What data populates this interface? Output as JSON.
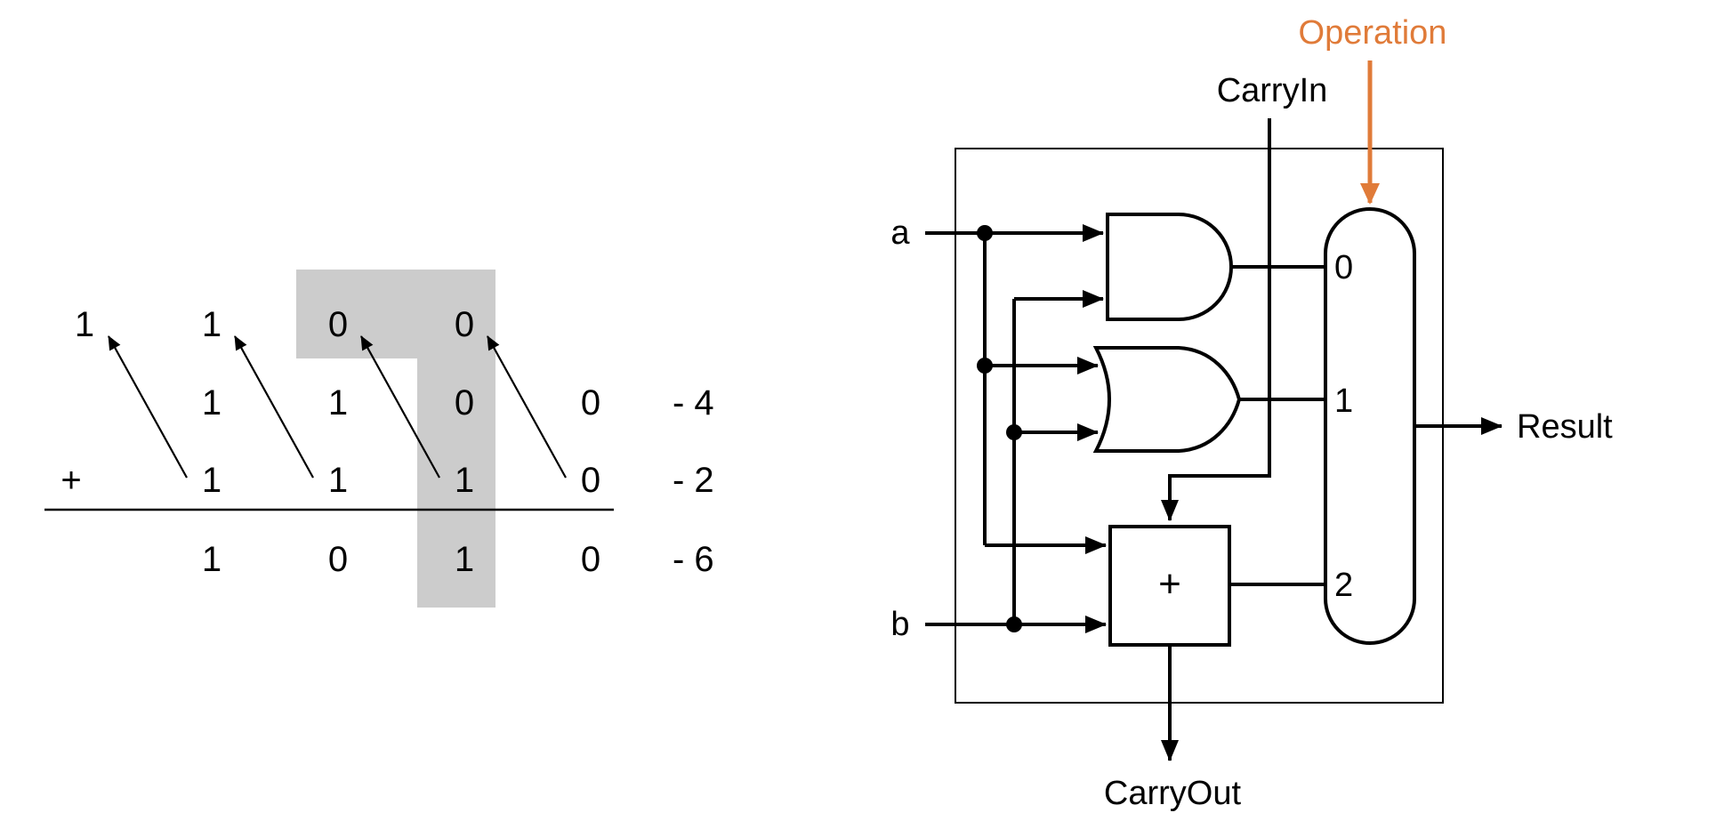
{
  "colors": {
    "highlight": "#cccccc",
    "line": "#000000",
    "control": "#e07b39",
    "background": "#ffffff"
  },
  "addition": {
    "carry_row": [
      "1",
      "1",
      "0",
      "0"
    ],
    "operand_a": [
      "1",
      "1",
      "0",
      "0"
    ],
    "operand_b": [
      "1",
      "1",
      "1",
      "0"
    ],
    "plus_sign": "+",
    "sum_row": [
      "1",
      "0",
      "1",
      "0"
    ],
    "value_labels": [
      "- 4",
      "- 2",
      "- 6"
    ]
  },
  "alu": {
    "inputs": {
      "a": "a",
      "b": "b"
    },
    "carry_in": "CarryIn",
    "carry_out": "CarryOut",
    "operation": "Operation",
    "result": "Result",
    "adder_symbol": "+",
    "mux_inputs": [
      "0",
      "1",
      "2"
    ]
  }
}
